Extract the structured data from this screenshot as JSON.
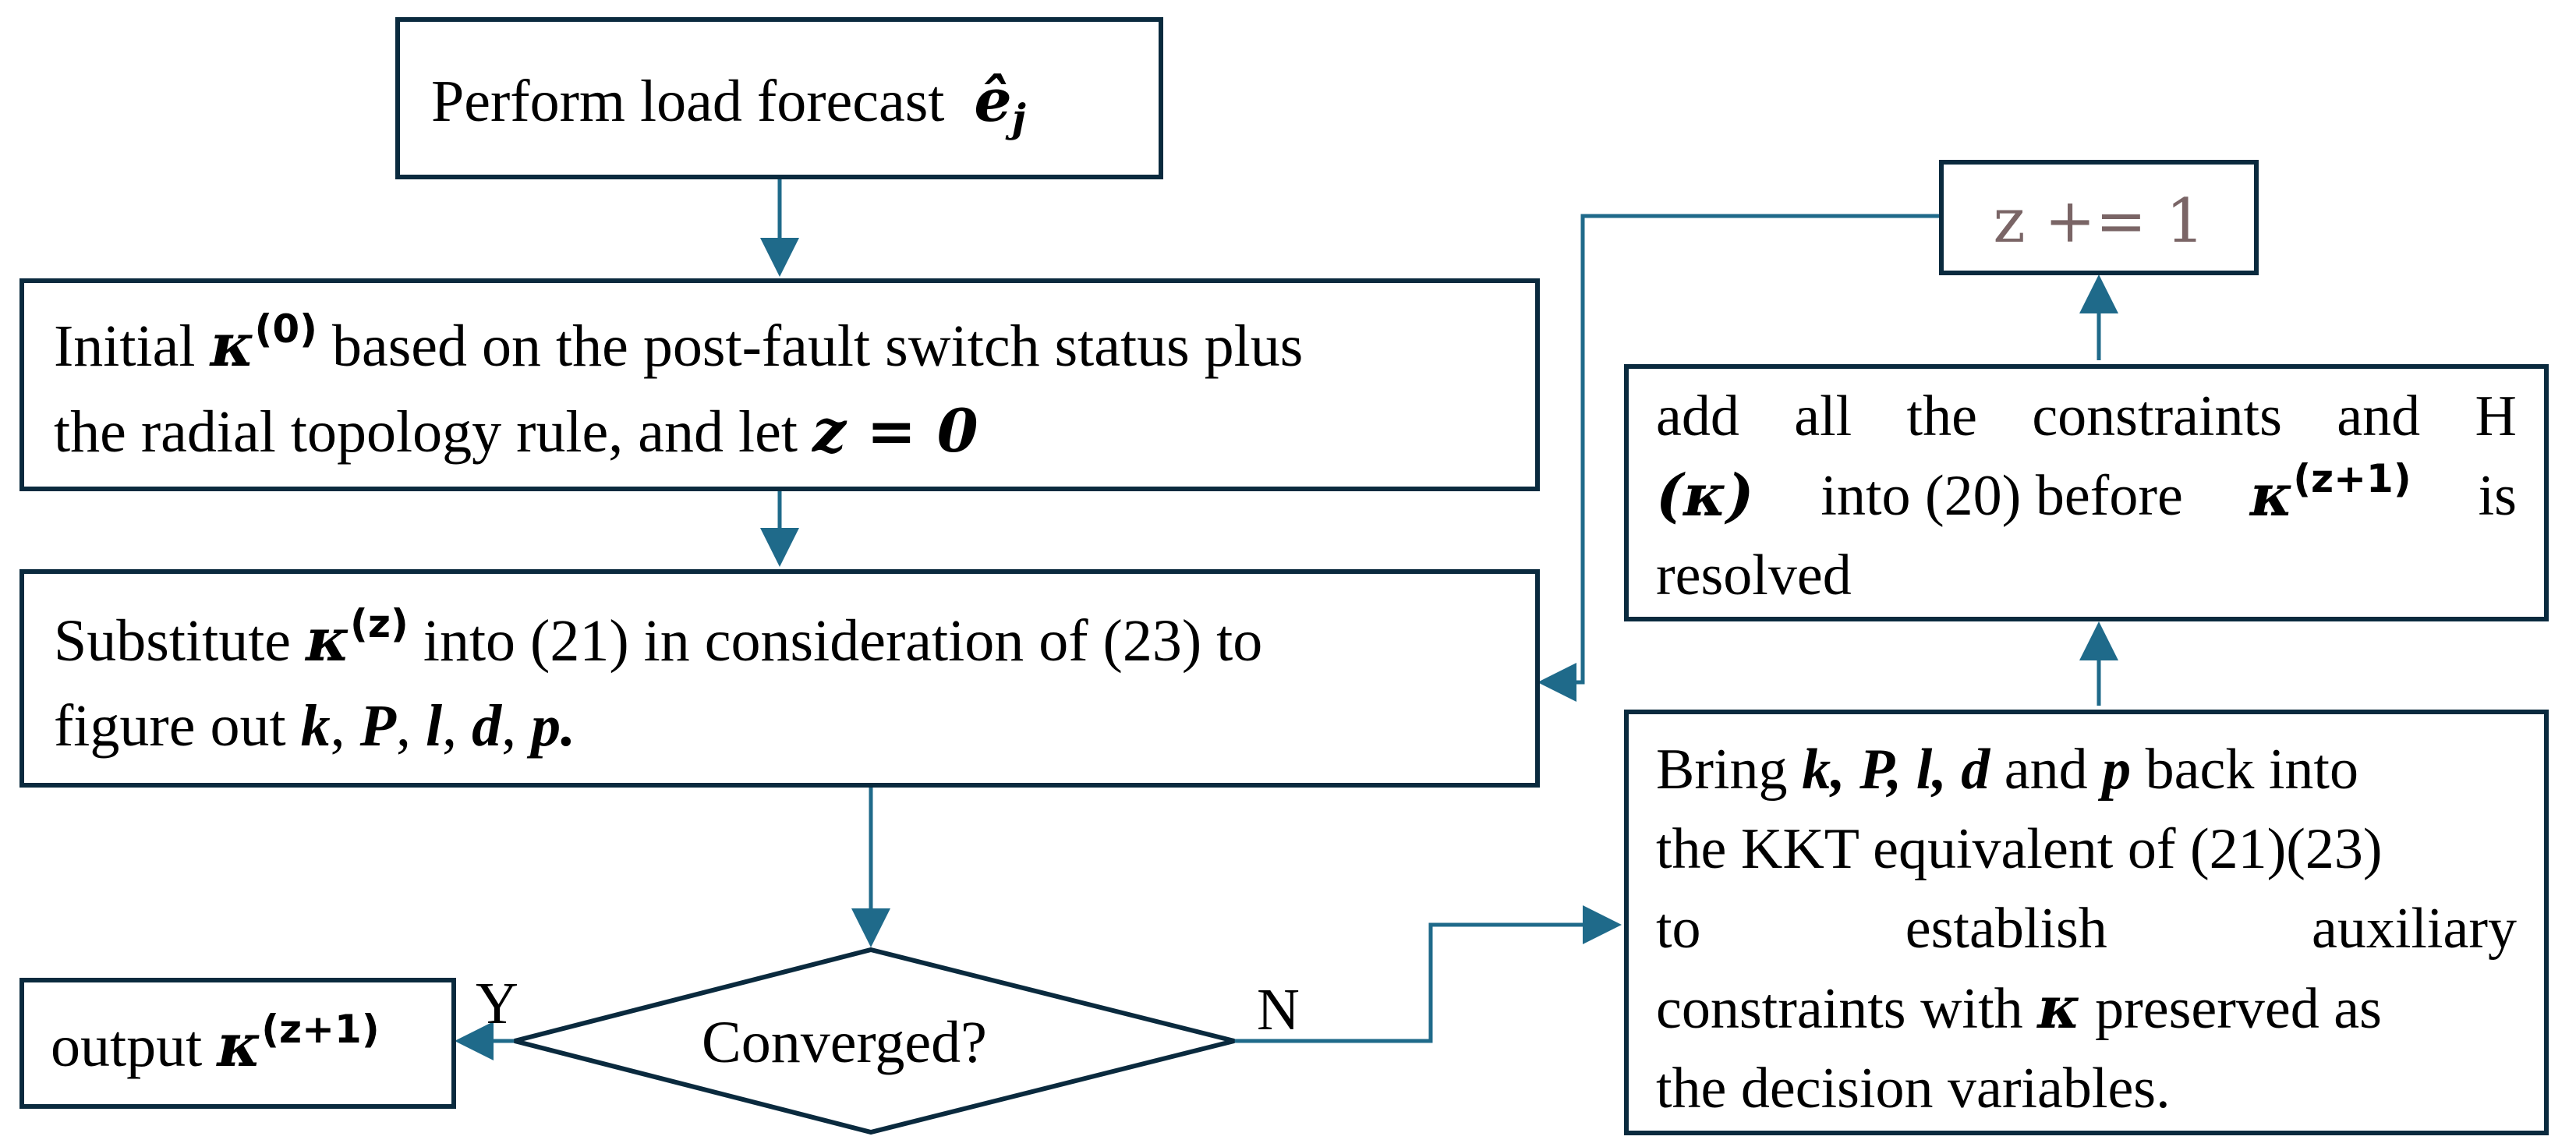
{
  "nodes": {
    "forecast": {
      "text": "Perform load forecast",
      "symbol": "ê",
      "sub": "j"
    },
    "init": {
      "line1_pre": "Initial",
      "kappa": "κ",
      "sup": "(0)",
      "line1_post": "based on the post-fault switch status plus",
      "line2_pre": "the radial topology rule, and let",
      "eq": "z = 0"
    },
    "substitute": {
      "line1_pre": "Substitute",
      "kappa": "κ",
      "sup": "(z)",
      "line1_post": "into (21) in consideration of (23) to",
      "line2_pre": "figure out",
      "v1": "k",
      "c1": ",",
      "v2": "P",
      "c2": ",",
      "v3": "l",
      "c3": ",",
      "v4": "d",
      "c4": ",",
      "v5": "p."
    },
    "converged": {
      "text": "Converged?"
    },
    "output": {
      "text": "output",
      "kappa": "κ",
      "sup": "(z+1)"
    },
    "bring": {
      "l1_pre": "Bring",
      "l1_vars": "k, P, l, d",
      "l1_and": "and",
      "l1_p": "p",
      "l1_post": "back into",
      "l2": "the KKT equivalent of (21)(23)",
      "l3_a": "to",
      "l3_b": "establish",
      "l3_c": "auxiliary",
      "l4_pre": "constraints with",
      "l4_kappa": "κ",
      "l4_post": "preserved as",
      "l5": "the decision variables."
    },
    "add": {
      "l1": [
        "add",
        "all",
        "the",
        "constraints",
        "and",
        "H"
      ],
      "l2_kappa": "(κ)",
      "l2_mid": "into (20) before",
      "l2_k2": "κ",
      "l2_sup": "(z+1)",
      "l2_is": "is",
      "l3": "resolved"
    },
    "increment": {
      "text": "z += 1"
    }
  },
  "edges": {
    "yes_label": "Y",
    "no_label": "N"
  },
  "colors": {
    "arrow": "#1f6a8a",
    "border": "#0a2a3e",
    "increment_text": "#7a6566"
  }
}
